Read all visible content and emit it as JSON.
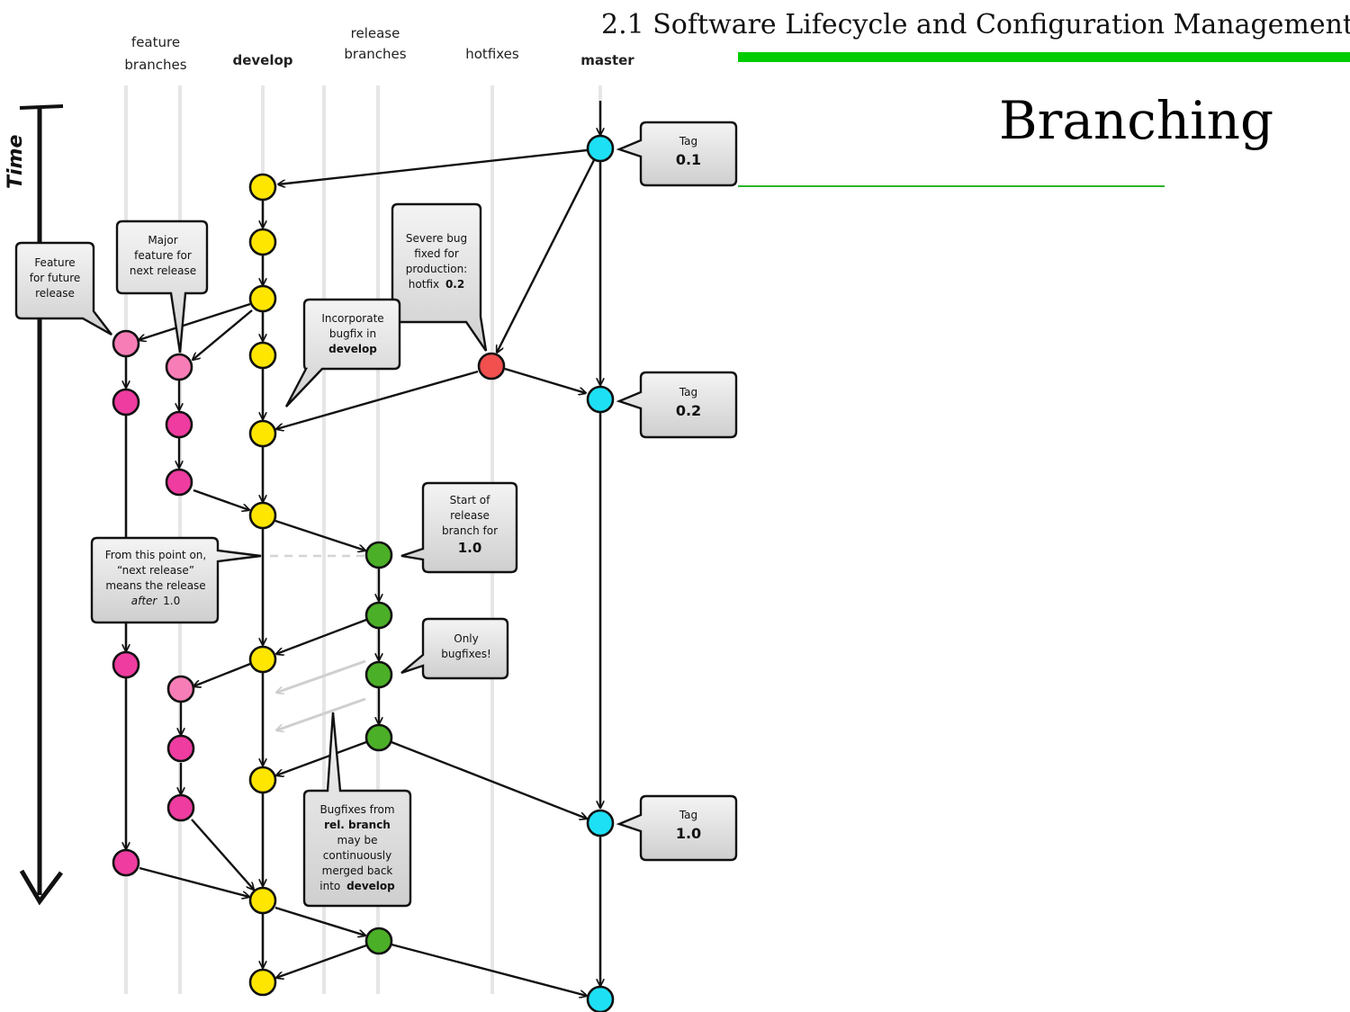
{
  "header": {
    "section_title": "2.1 Software Lifecycle and Configuration Management",
    "slide_title": "Branching",
    "accent_color": "#00cc00"
  },
  "diagram": {
    "time_label": "Time",
    "columns": {
      "feature_line1": "feature",
      "feature_line2": "branches",
      "develop": "develop",
      "release_line1": "release",
      "release_line2": "branches",
      "hotfixes": "hotfixes",
      "master": "master"
    },
    "tags": {
      "word": "Tag",
      "v01": "0.1",
      "v02": "0.2",
      "v10": "1.0"
    },
    "callouts": {
      "feature_future": [
        "Feature",
        "for future",
        "release"
      ],
      "major_feature": [
        "Major",
        "feature for",
        "next release"
      ],
      "severe_bug": [
        "Severe bug",
        "fixed for",
        "production:",
        "hotfix",
        "0.2"
      ],
      "incorporate": [
        "Incorporate",
        "bugfix in",
        "develop"
      ],
      "start_release": [
        "Start of",
        "release",
        "branch for",
        "1.0"
      ],
      "from_this_point": [
        "From this point on,",
        "“next release”",
        "means the release",
        "after",
        "1.0"
      ],
      "only_bugfixes": [
        "Only",
        "bugfixes!"
      ],
      "bugfixes_from": [
        "Bugfixes from",
        "rel. branch",
        "may be",
        "continuously",
        "merged back",
        "into",
        "develop"
      ]
    },
    "colors": {
      "develop": "#ffe600",
      "feature_light": "#f77db6",
      "feature_dark": "#ee3ca0",
      "release": "#4caf28",
      "hotfix": "#f24f4f",
      "master": "#1ee0f4"
    }
  }
}
